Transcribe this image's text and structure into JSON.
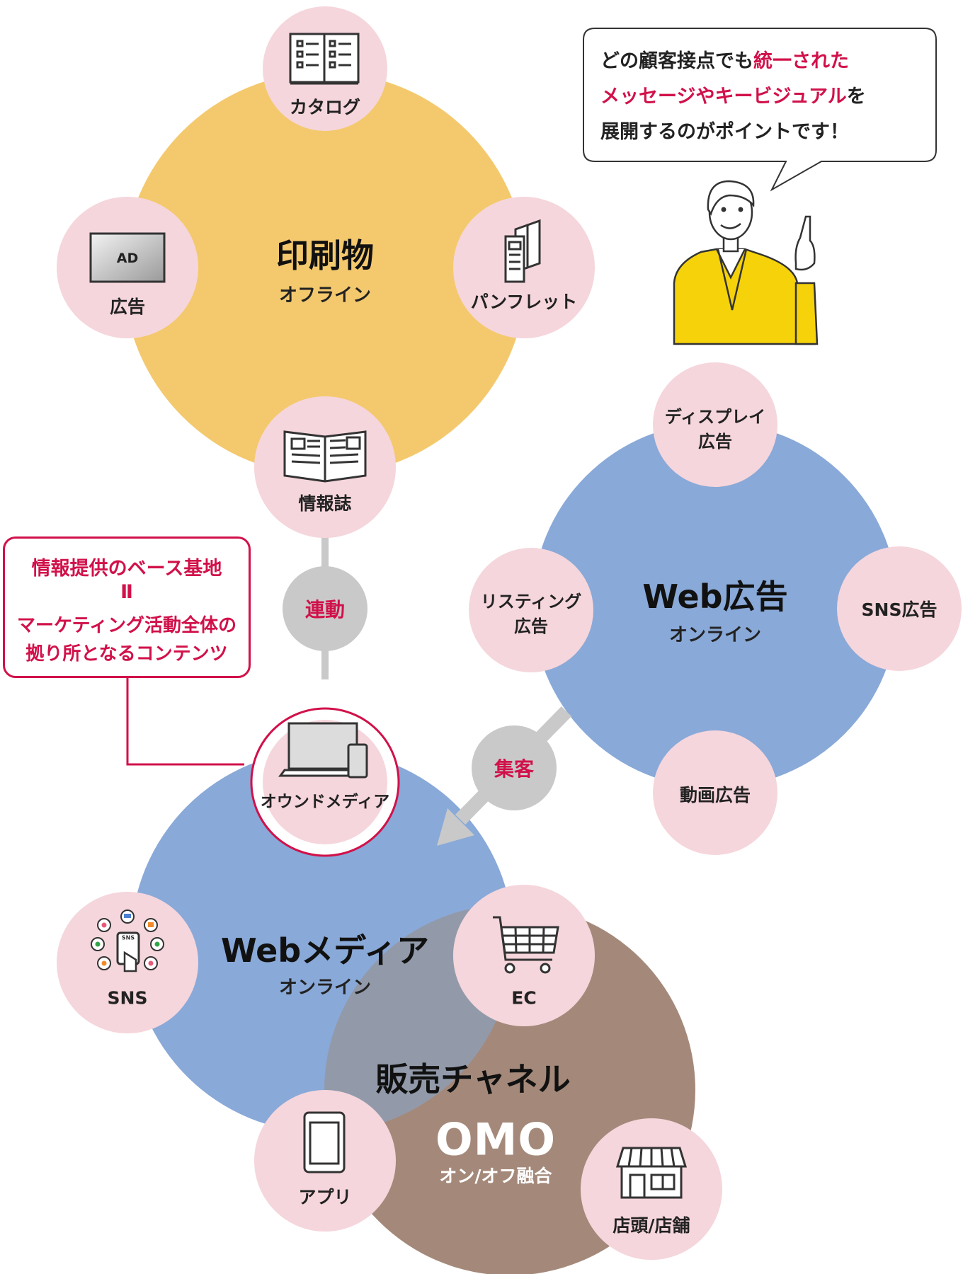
{
  "print_cluster": {
    "title": "印刷物",
    "subtitle": "オフライン",
    "nodes": {
      "catalog": "カタログ",
      "ad": "広告",
      "ad_badge": "AD",
      "pamphlet": "パンフレット",
      "magazine": "情報誌"
    }
  },
  "webad_cluster": {
    "title": "Web広告",
    "subtitle": "オンライン",
    "nodes": {
      "display_line1": "ディスプレイ",
      "display_line2": "広告",
      "listing_line1": "リスティング",
      "listing_line2": "広告",
      "sns_ad": "SNS広告",
      "video_ad": "動画広告"
    }
  },
  "webmedia_cluster": {
    "title": "Webメディア",
    "subtitle": "オンライン",
    "nodes": {
      "owned_media": "オウンドメディア",
      "sns": "SNS",
      "sns_phone_text": "SNS",
      "ec": "EC",
      "app": "アプリ"
    }
  },
  "sales_cluster": {
    "title": "販売チャネル",
    "omo": "OMO",
    "omo_subtitle": "オン/オフ融合",
    "nodes": {
      "store": "店頭/店舗"
    }
  },
  "links": {
    "linkage": "連動",
    "attract": "集客"
  },
  "callout": {
    "line1": "情報提供のベース基地",
    "line2": "Ⅱ",
    "line3": "マーケティング活動全体の",
    "line4": "拠り所となるコンテンツ"
  },
  "speech_bubble": {
    "line1_a": "どの顧客接点でも",
    "line1_b": "統一された",
    "line2_a": "メッセージやキービジュアル",
    "line2_b": "を",
    "line3": "展開するのがポイントです！"
  },
  "colors": {
    "print_circle": "#f4c96e",
    "web_circle": "#89a9d8",
    "sales_circle": "#a4897a",
    "overlap": "#929aaa",
    "node_circle": "#f5d6dc",
    "accent_red": "#d1114a",
    "link_gray": "#c9c9c9",
    "jacket_yellow": "#f5d20a"
  }
}
